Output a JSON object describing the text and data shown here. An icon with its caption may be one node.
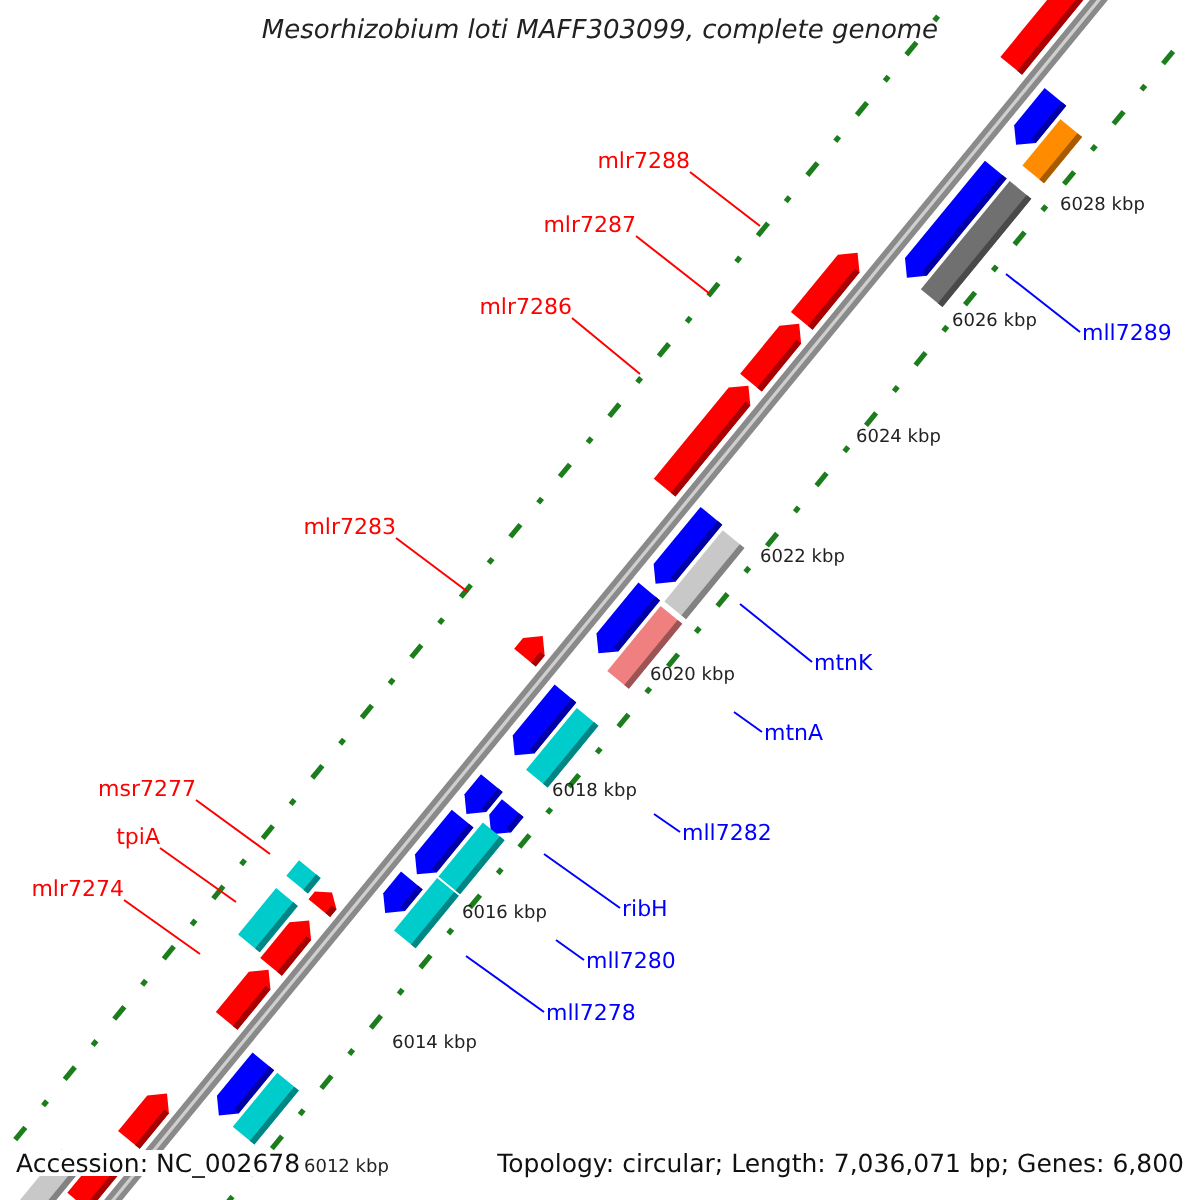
{
  "diagram": {
    "title": "Mesorhizobium loti MAFF303099, complete genome",
    "nodes": [
      {
        "text": [
          "mlr7288"
        ]
      },
      {
        "text": [
          "mlr7287"
        ]
      },
      {
        "text": [
          "mll7289"
        ]
      },
      {
        "text": [
          "mlr7286"
        ]
      },
      {
        "text": [
          "mlr7283"
        ]
      },
      {
        "text": [
          "mtnK"
        ]
      },
      {
        "text": [
          "mtnA"
        ]
      },
      {
        "text": [
          "msr7277"
        ]
      },
      {
        "text": [
          "mll7282"
        ]
      },
      {
        "text": [
          "tpiA"
        ]
      },
      {
        "text": [
          "mlr7274"
        ]
      },
      {
        "text": [
          "ribH"
        ]
      },
      {
        "text": [
          "mll7280"
        ]
      },
      {
        "text": [
          "mll7278"
        ]
      }
    ],
    "edges": [
      {
        "from": 0,
        "to": null,
        "arrow": "none"
      },
      {
        "from": 1,
        "to": null,
        "arrow": "none"
      },
      {
        "from": 2,
        "to": null,
        "arrow": "none",
        "color": "#0000ff"
      },
      {
        "from": 3,
        "to": null,
        "arrow": "none"
      },
      {
        "from": 4,
        "to": null,
        "arrow": "none"
      },
      {
        "from": 5,
        "to": null,
        "arrow": "none",
        "color": "#0000ff"
      },
      {
        "from": 6,
        "to": null,
        "arrow": "none",
        "color": "#0000ff"
      },
      {
        "from": 7,
        "to": null,
        "arrow": "none"
      },
      {
        "from": 8,
        "to": null,
        "arrow": "none",
        "color": "#0000ff"
      },
      {
        "from": 9,
        "to": null,
        "arrow": "none"
      },
      {
        "from": 10,
        "to": null,
        "arrow": "none"
      },
      {
        "from": 11,
        "to": null,
        "arrow": "none",
        "color": "#0000ff"
      },
      {
        "from": 12,
        "to": null,
        "arrow": "none",
        "color": "#0000ff"
      },
      {
        "from": 13,
        "to": null,
        "arrow": "none",
        "color": "#0000ff"
      }
    ],
    "labels": [
      "6028 kbp",
      "6026 kbp",
      "6024 kbp",
      "6022 kbp",
      "6020 kbp",
      "6018 kbp",
      "6016 kbp",
      "6014 kbp",
      "6012 kbp",
      "Accession: NC_002678",
      "Topology: circular; Length: 7,036,071 bp; Genes: 6,800"
    ]
  }
}
